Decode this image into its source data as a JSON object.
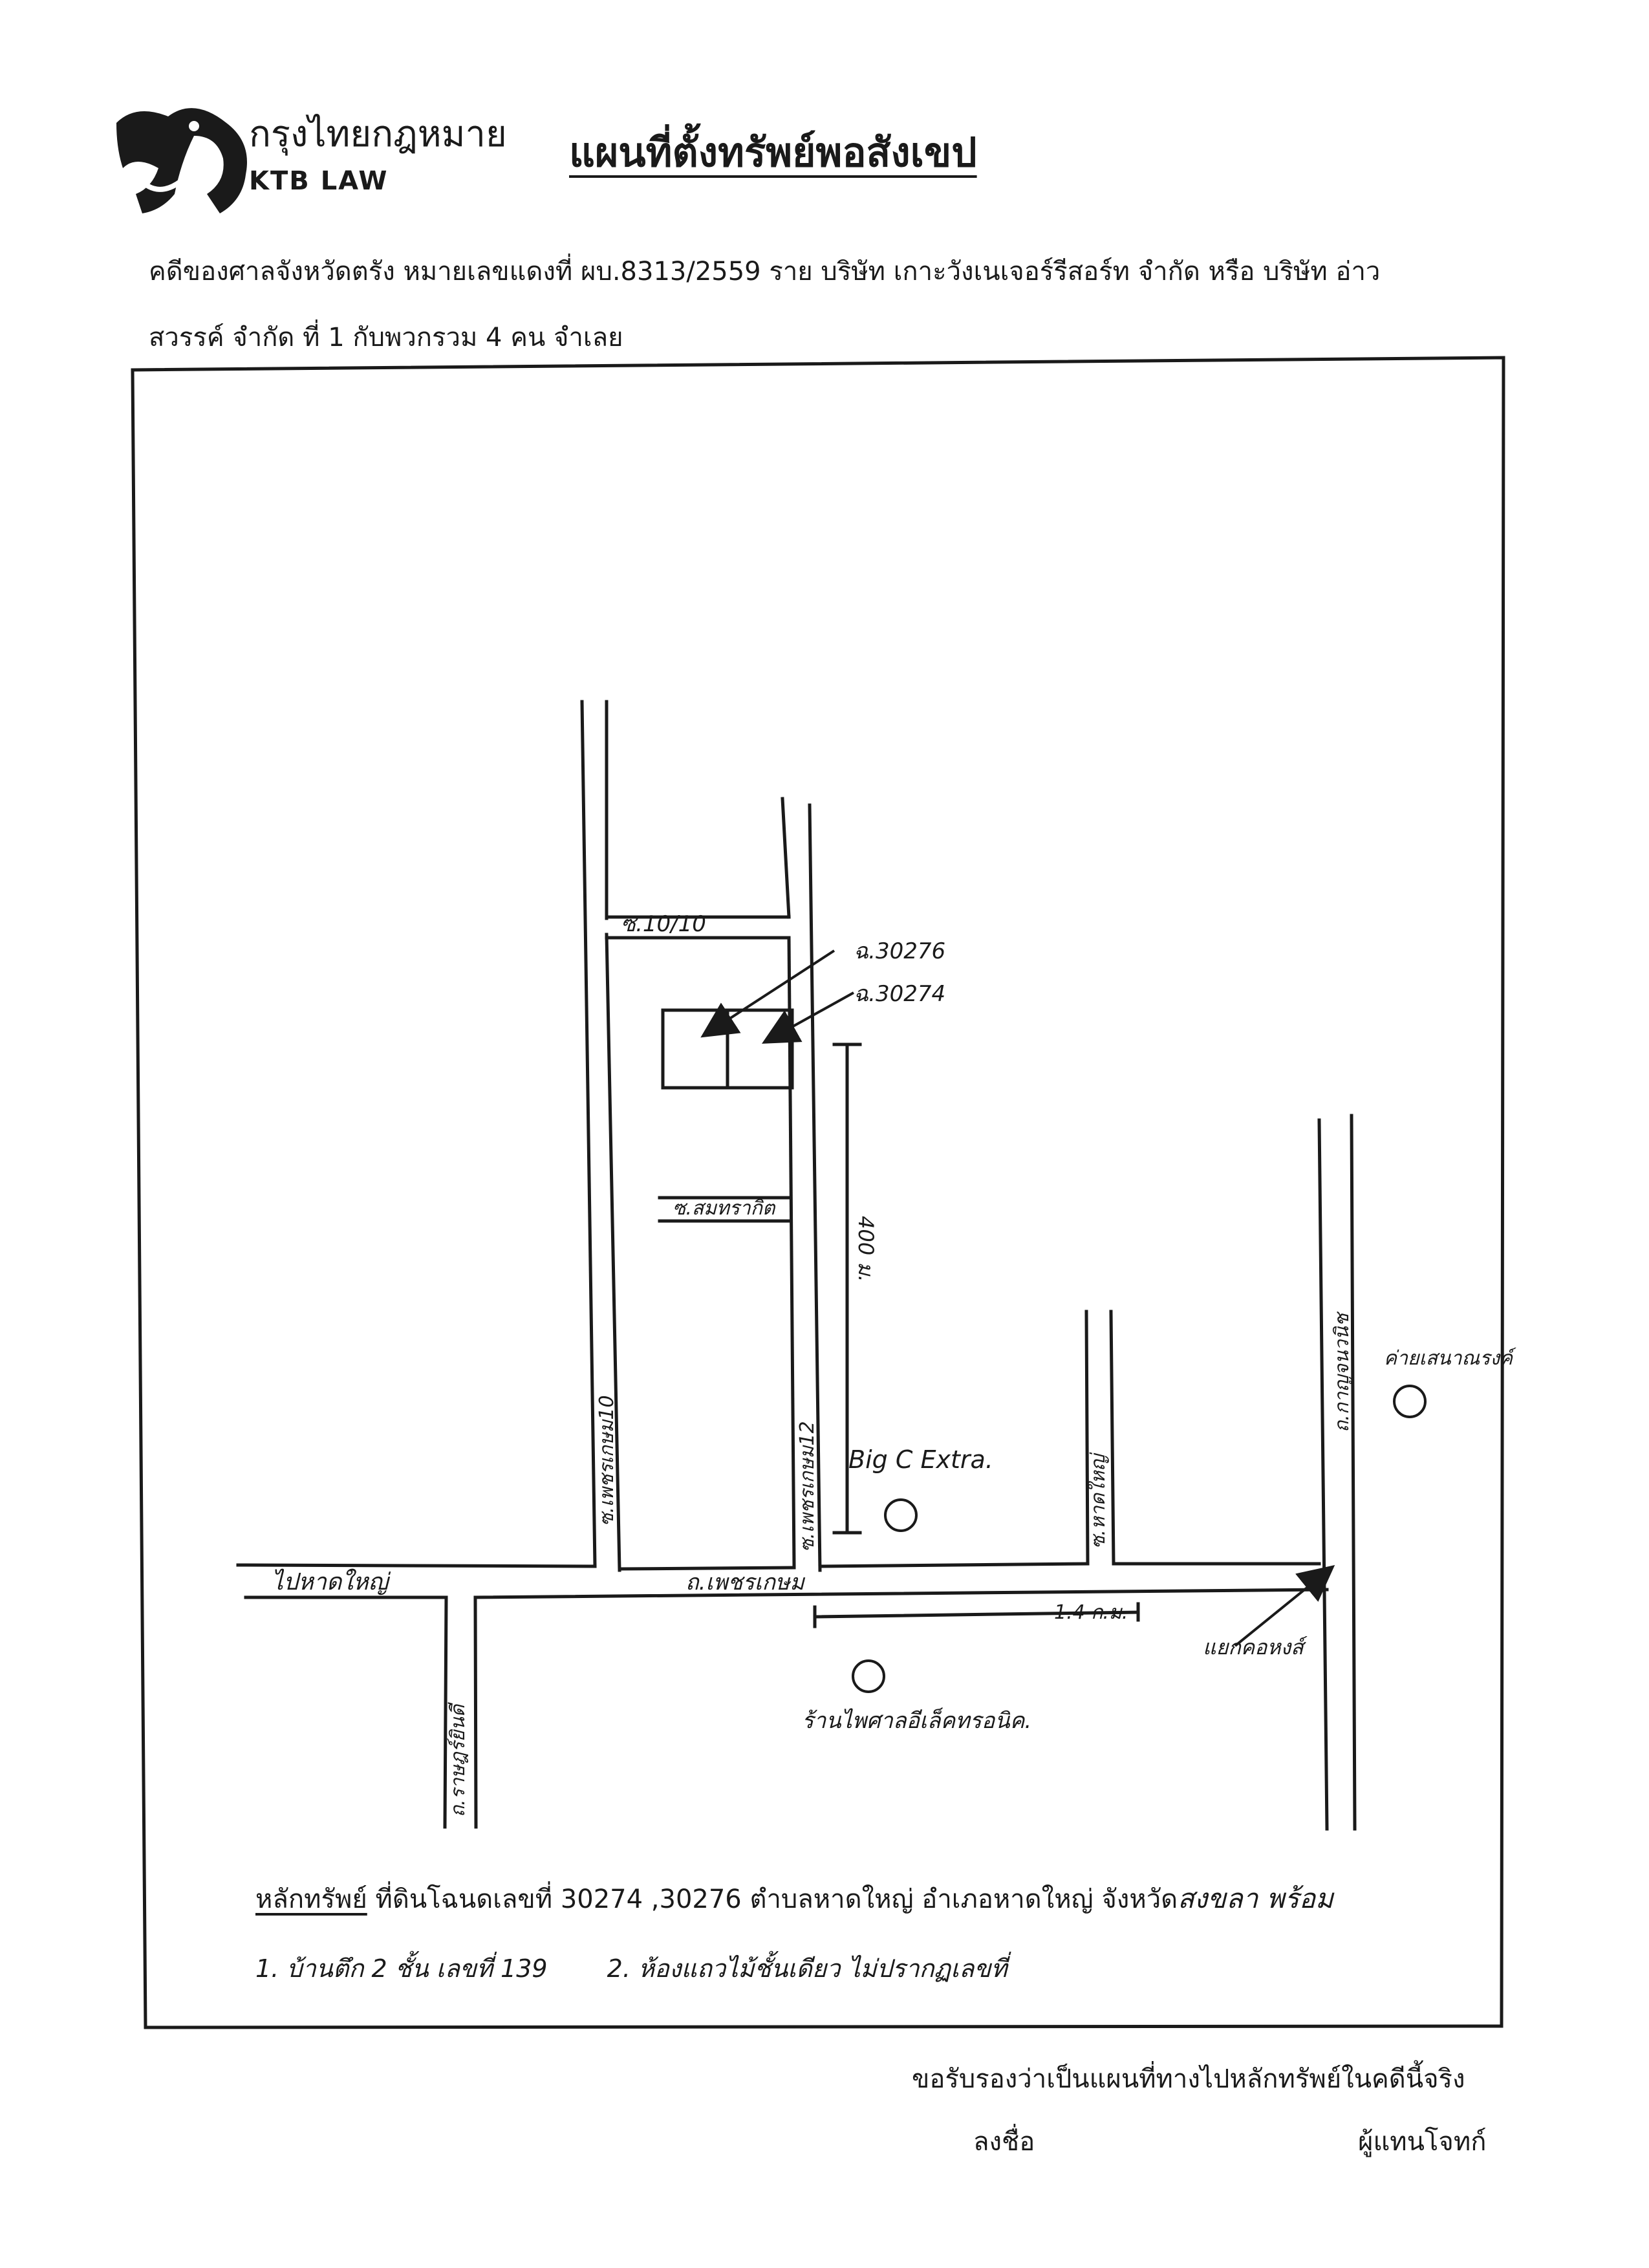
{
  "brand": {
    "name_th": "กรุงไทยกฎหมาย",
    "name_en": "KTB LAW"
  },
  "title": "แผนที่ตั้งทรัพย์พอสังเขป",
  "case": {
    "line1": "คดีของศาลจังหวัดตรัง  หมายเลขแดงที่  ผบ.8313/2559  ราย  บริษัท เกาะวังเนเจอร์รีสอร์ท จำกัด หรือ บริษัท อ่าว",
    "line2": "สวรรค์ จำกัด  ที่ 1 กับพวกรวม 4 คน จำเลย"
  },
  "map": {
    "labels": {
      "soi_10_10": "ซ.10/10",
      "deed_30276": "ฉ.30276",
      "deed_30274": "ฉ.30274",
      "soi_side": "ซ.สมทรากิต",
      "soi_10": "ซ.เพชรเกษม10",
      "soi_12": "ซ.เพชรเกษม12",
      "distance_400": "400 ม.",
      "big_c": "Big C Extra.",
      "soi_right": "ซ.หาดใหญ่",
      "road_kanchana": "ถ.กาญจนวนิช",
      "camp": "ค่ายเสนาณรงค์",
      "to_hatyai": "ไปหาดใหญ่",
      "road_petchkasem": "ถ.เพชรเกษม",
      "distance_1_4": "1.4 ก.ม.",
      "intersection": "แยกคอหงส์",
      "road_left": "ถ.ราษฎร์ยินดี",
      "store": "ร้านไพศาลอีเล็คทรอนิค."
    }
  },
  "security": {
    "label": "หลักทรัพย์",
    "text": " ที่ดินโฉนดเลขที่ 30274 ,30276  ตำบลหาดใหญ่  อำเภอหาดใหญ่ จังหวัด",
    "hand_province": "สงขลา พร้อม",
    "item1": "1. บ้านตึก 2 ชั้น เลขที่ 139",
    "item2": "2. ห้องแถวไม้ชั้นเดียว ไม่ปรากฏเลขที่"
  },
  "footer": {
    "certify": "ขอรับรองว่าเป็นแผนที่ทางไปหลักทรัพย์ในคดีนี้จริง",
    "sign": "ลงชื่อ",
    "representative": "ผู้แทนโจทก์"
  }
}
